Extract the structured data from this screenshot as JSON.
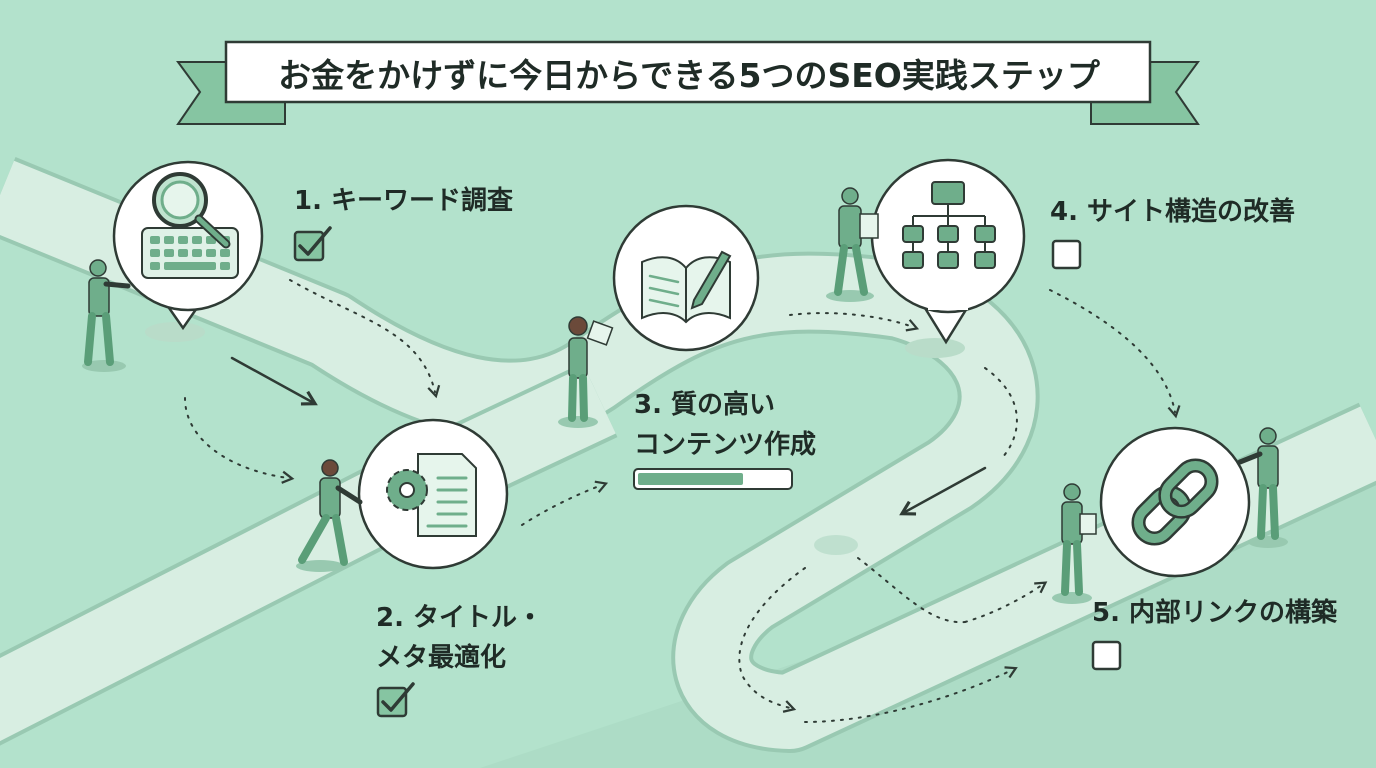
{
  "title": "お金をかけずに今日からできる5つのSEO実践ステップ",
  "steps": [
    {
      "label_lines": [
        "1. キーワード調査"
      ],
      "done": true,
      "icon": "magnifier-keyboard-icon"
    },
    {
      "label_lines": [
        "2. タイトル・",
        "メタ最適化"
      ],
      "done": true,
      "icon": "gear-document-icon"
    },
    {
      "label_lines": [
        "3. 質の高い",
        "コンテンツ作成"
      ],
      "done": false,
      "progress": 0.7,
      "icon": "book-pencil-icon"
    },
    {
      "label_lines": [
        "4. サイト構造の改善"
      ],
      "done": false,
      "icon": "sitemap-icon"
    },
    {
      "label_lines": [
        "5. 内部リンクの構築"
      ],
      "done": false,
      "icon": "chain-link-icon"
    }
  ],
  "colors": {
    "background": "#b3e2cc",
    "path": "#d8eee2",
    "accent": "#5a9e78",
    "ink": "#2f3b35"
  }
}
